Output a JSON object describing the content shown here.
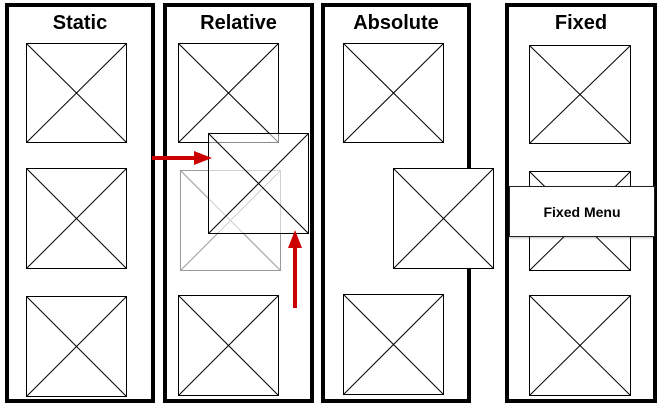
{
  "columns": [
    {
      "id": "static",
      "title": "Static"
    },
    {
      "id": "relative",
      "title": "Relative"
    },
    {
      "id": "absolute",
      "title": "Absolute"
    },
    {
      "id": "fixed",
      "title": "Fixed"
    }
  ],
  "fixed_menu": {
    "label": "Fixed Menu"
  },
  "colors": {
    "border": "#000000",
    "arrow": "#cc0000",
    "ghost": "#999999"
  },
  "icons": {
    "placeholder": "image-placeholder-icon",
    "arrow": "arrow-icon"
  }
}
